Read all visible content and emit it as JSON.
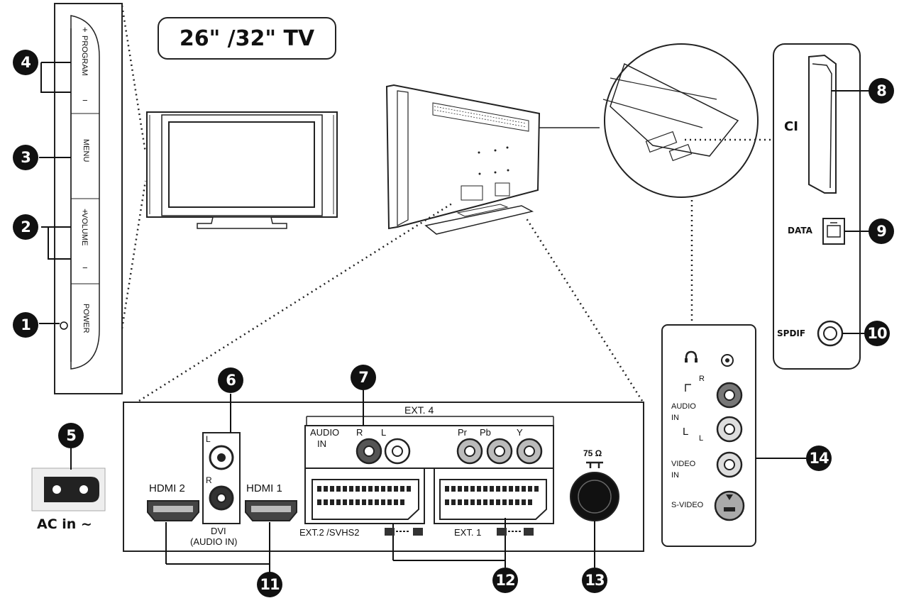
{
  "title": "26\" /32\" TV",
  "side_panel": {
    "program_label": "PROGRAM",
    "menu_label": "MENU",
    "volume_label": "VOLUME",
    "power_label": "POWER",
    "plus": "+",
    "minus": "−"
  },
  "ac_label": "AC in ~",
  "side_connectors": {
    "ci_label": "CI",
    "data_label": "DATA",
    "spdif_label": "SPDIF",
    "r_label": "R",
    "audio_in_label_1": "AUDIO",
    "audio_in_label_2": "IN",
    "l_label": "L",
    "video_in_label_1": "VIDEO",
    "video_in_label_2": "IN",
    "svideo_label": "S-VIDEO"
  },
  "rear_panel": {
    "ext4_label": "EXT. 4",
    "audio_in_1": "AUDIO",
    "audio_in_2": "IN",
    "r_label": "R",
    "l_label": "L",
    "pr_label": "Pr",
    "pb_label": "Pb",
    "y_label": "Y",
    "dvi_l": "L",
    "dvi_r": "R",
    "hdmi2_label": "HDMI 2",
    "hdmi1_label": "HDMI 1",
    "dvi_label_1": "DVI",
    "dvi_label_2": "(AUDIO IN)",
    "ext2_label": "EXT.2 /SVHS2",
    "ext1_label": "EXT. 1",
    "antenna_label": "75 Ω"
  },
  "callouts": [
    "1",
    "2",
    "3",
    "4",
    "5",
    "6",
    "7",
    "8",
    "9",
    "10",
    "11",
    "12",
    "13",
    "14"
  ]
}
